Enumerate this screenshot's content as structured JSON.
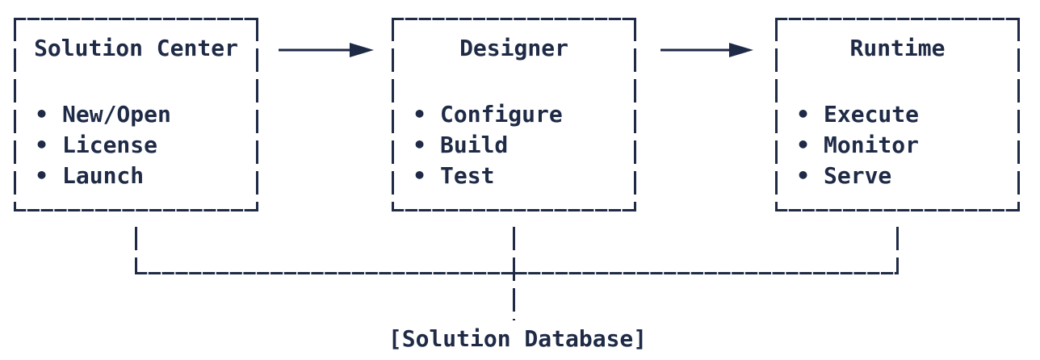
{
  "diagram": {
    "bullet": "•",
    "boxes": [
      {
        "title": "Solution Center",
        "items": [
          "New/Open",
          "License",
          "Launch"
        ]
      },
      {
        "title": "Designer",
        "items": [
          "Configure",
          "Build",
          "Test"
        ]
      },
      {
        "title": "Runtime",
        "items": [
          "Execute",
          "Monitor",
          "Serve"
        ]
      }
    ],
    "arrows": [
      {
        "from": "Solution Center",
        "to": "Designer"
      },
      {
        "from": "Designer",
        "to": "Runtime"
      }
    ],
    "database_label": "[Solution Database]",
    "colors": {
      "ink": "#1e2a46",
      "background": "#ffffff"
    }
  }
}
